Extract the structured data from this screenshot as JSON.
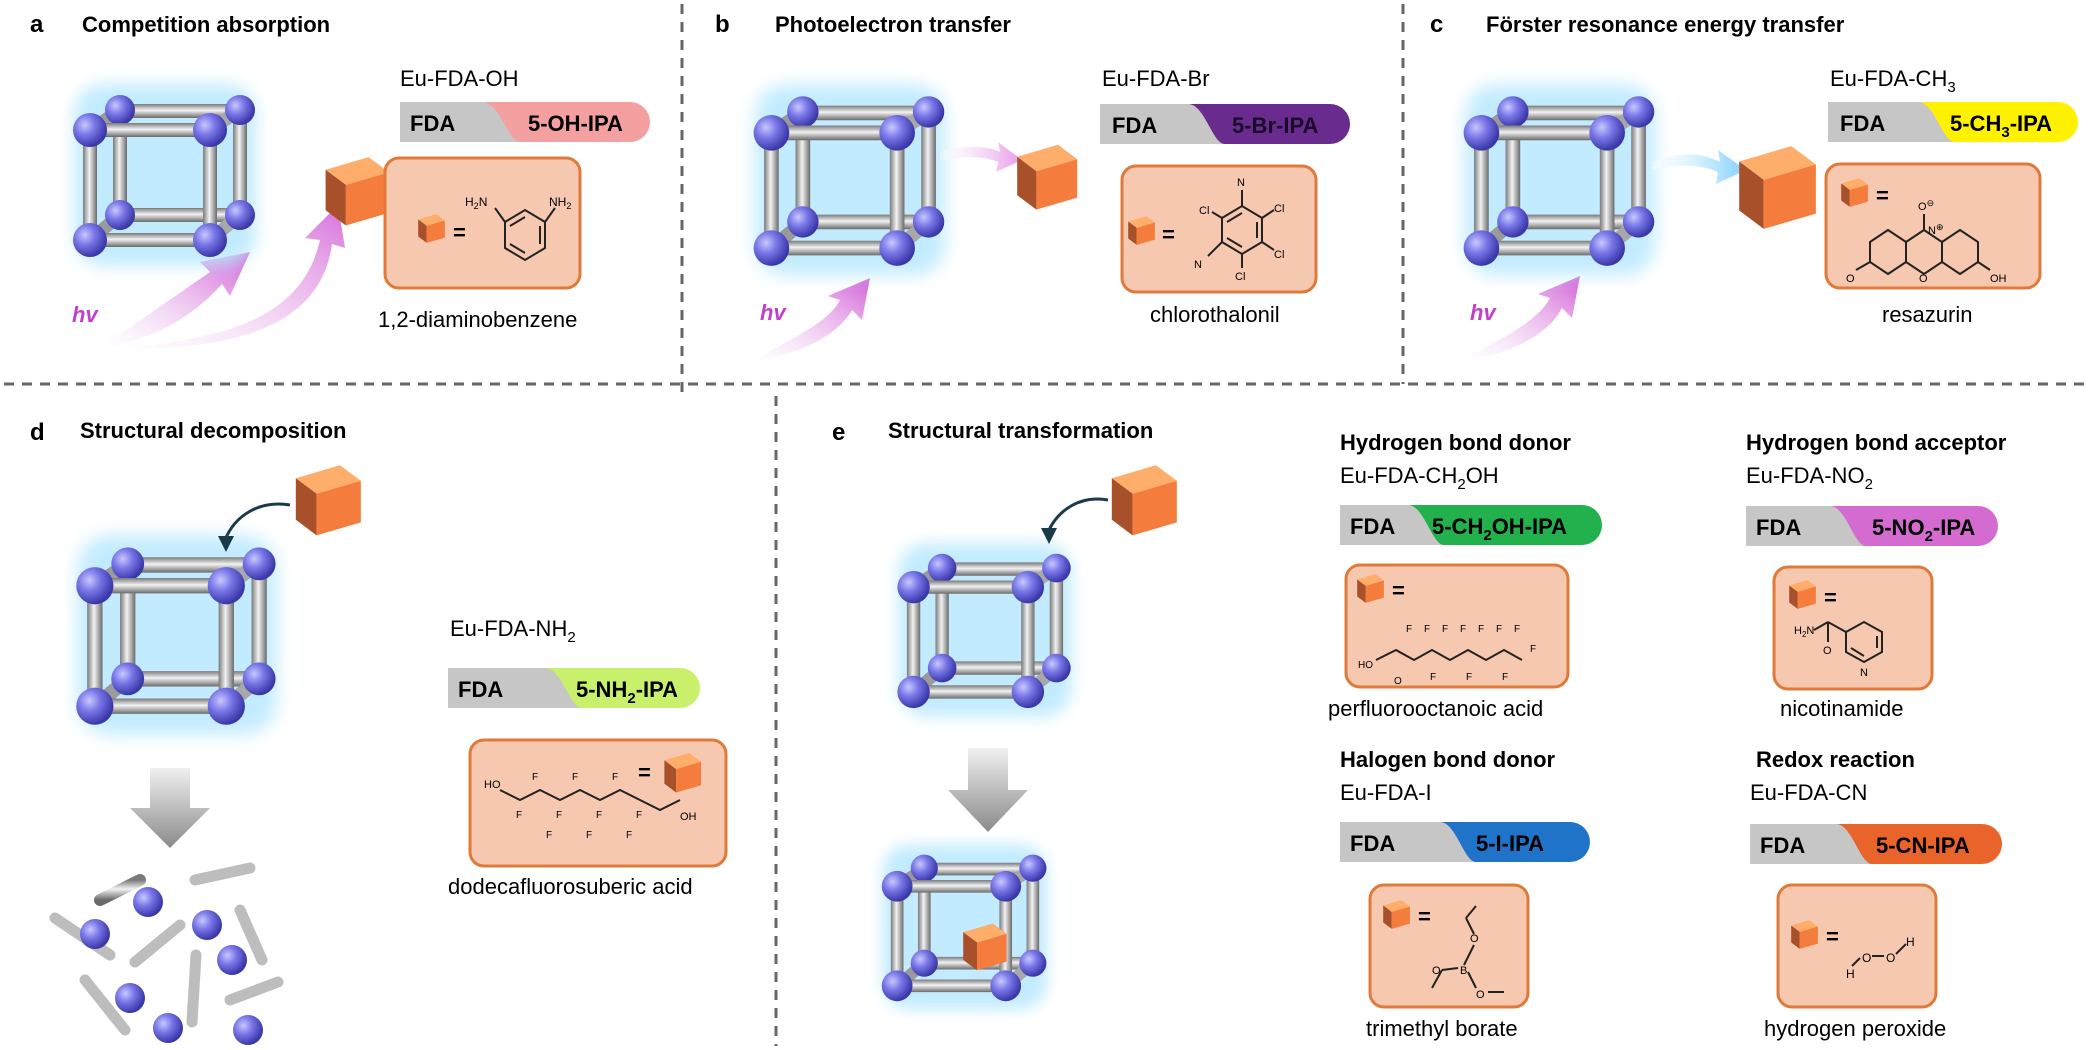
{
  "panels": {
    "a": {
      "letter": "a",
      "title": "Competition absorption",
      "mof": "Eu-FDA-OH",
      "linker": "5-OH-IPA",
      "analyte": "1,2-diaminobenzene"
    },
    "b": {
      "letter": "b",
      "title": "Photoelectron transfer",
      "mof": "Eu-FDA-Br",
      "linker": "5-Br-IPA",
      "analyte": "chlorothalonil"
    },
    "c": {
      "letter": "c",
      "title": "Förster resonance energy transfer",
      "mof": "Eu-FDA-CH",
      "mof_sub": "3",
      "linker": "5-CH",
      "linker_sub": "3",
      "linker_end": "-IPA",
      "analyte": "resazurin"
    },
    "d": {
      "letter": "d",
      "title": "Structural decomposition",
      "mof": "Eu-FDA-NH",
      "mof_sub": "2",
      "linker": "5-NH",
      "linker_sub": "2",
      "linker_end": "-IPA",
      "analyte": "dodecafluorosuberic acid"
    },
    "e": {
      "letter": "e",
      "title": "Structural transformation",
      "hbd": {
        "heading": "Hydrogen bond donor",
        "mof": "Eu-FDA-CH",
        "mof_sub": "2",
        "mof_end": "OH",
        "linker": "5-CH",
        "linker_sub": "2",
        "linker_end": "OH-IPA",
        "analyte": "perfluorooctanoic acid"
      },
      "hba": {
        "heading": "Hydrogen bond acceptor",
        "mof": "Eu-FDA-NO",
        "mof_sub": "2",
        "linker": "5-NO",
        "linker_sub": "2",
        "linker_end": "-IPA",
        "analyte": "nicotinamide"
      },
      "xbd": {
        "heading": "Halogen bond donor",
        "mof": "Eu-FDA-I",
        "linker": "5-I-IPA",
        "analyte": "trimethyl borate"
      },
      "redox": {
        "heading": "Redox reaction",
        "mof": "Eu-FDA-CN",
        "linker": "5-CN-IPA",
        "analyte": "hydrogen peroxide"
      }
    }
  },
  "common": {
    "fda": "FDA",
    "hv": "hv",
    "equals": "="
  },
  "chem": {
    "F": "F",
    "Cl": "Cl",
    "N": "N",
    "O": "O",
    "H": "H",
    "B": "B",
    "NH2": "NH",
    "NH2_sub": "2",
    "H2N": "H",
    "H2N_sub": "2",
    "H2N_end": "N",
    "OH": "OH",
    "HO": "HO",
    "Nplus": "N",
    "plus": "⊕",
    "Ominus": "O",
    "minus": "⊖"
  },
  "colors": {
    "fda_bar": "#c6c6c6",
    "oh_ipa": "#f4a0a0",
    "br_ipa": "#6a2b8f",
    "ch3_ipa": "#fff200",
    "nh2_ipa": "#c8f06a",
    "ch2oh_ipa": "#22b14c",
    "no2_ipa": "#d46bd0",
    "i_ipa": "#1f73c8",
    "cn_ipa": "#e8642a",
    "analyte_box": "#f7c8b0",
    "analyte_border": "#e07a3a",
    "node": "#7070e0",
    "glow": "#b8e8ff",
    "photon": "#d070d8"
  }
}
